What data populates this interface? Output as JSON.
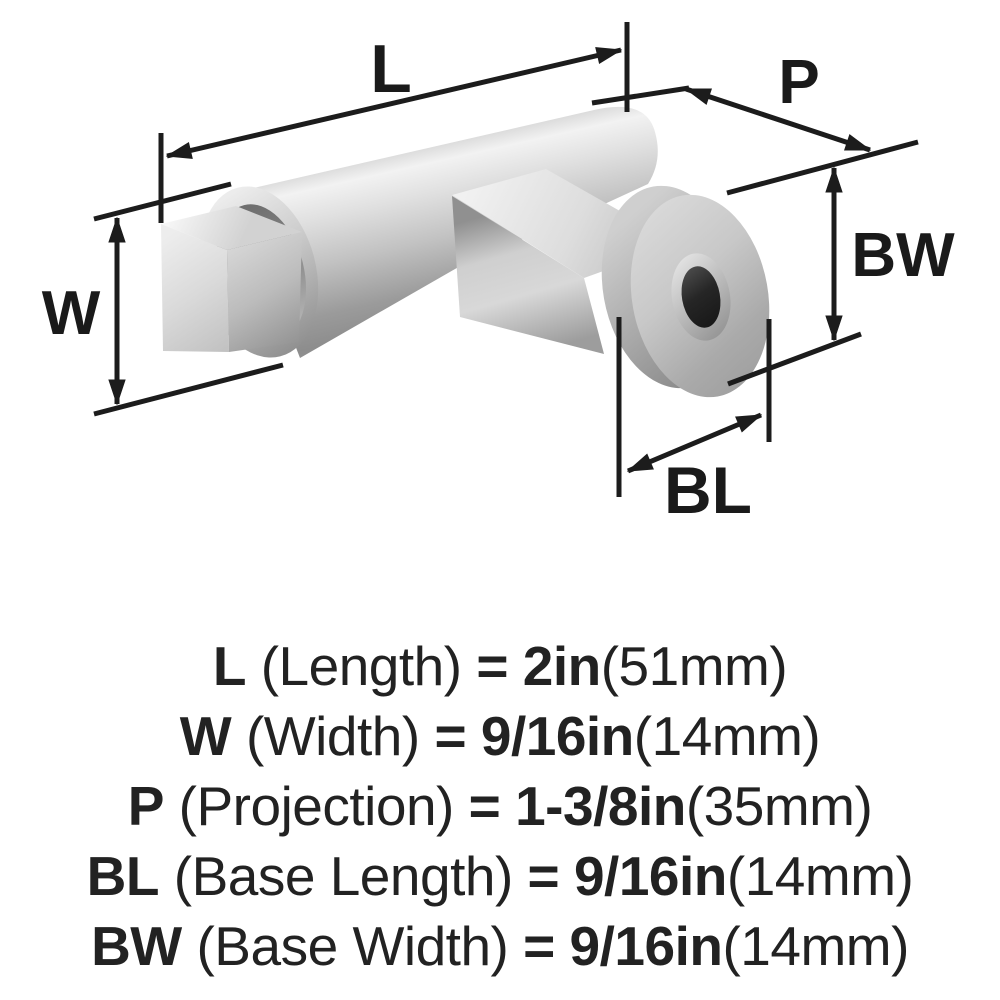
{
  "figure": {
    "background": "#ffffff",
    "line_color": "#1c1c1c",
    "metal_highlight": "#f2f2f2",
    "metal_mid": "#c6c6c6",
    "metal_shadow": "#8e8e8e",
    "hole_color": "#262626"
  },
  "dimension_labels": {
    "length": "L",
    "width": "W",
    "projection": "P",
    "base_width": "BW",
    "base_length": "BL"
  },
  "specs": [
    {
      "abbr": "L",
      "name": "(Length)",
      "eq": "=",
      "imperial": "2in",
      "metric": "(51mm)"
    },
    {
      "abbr": "W",
      "name": "(Width)",
      "eq": "=",
      "imperial": "9/16in",
      "metric": "(14mm)"
    },
    {
      "abbr": "P",
      "name": "(Projection)",
      "eq": "=",
      "imperial": "1-3/8in",
      "metric": "(35mm)"
    },
    {
      "abbr": "BL",
      "name": "(Base Length)",
      "eq": "=",
      "imperial": "9/16in",
      "metric": "(14mm)"
    },
    {
      "abbr": "BW",
      "name": "(Base Width)",
      "eq": "=",
      "imperial": "9/16in",
      "metric": "(14mm)"
    }
  ]
}
